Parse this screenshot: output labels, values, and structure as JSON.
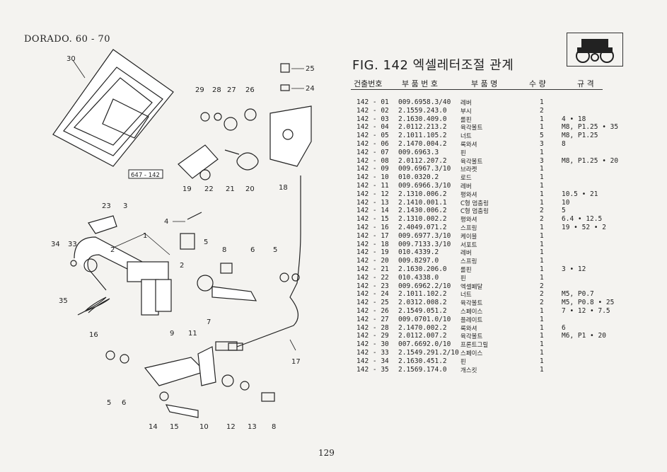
{
  "header": {
    "model": "DORADO. 60 - 70",
    "figure_title": "FIG. 142 엑셀레터조절 관계"
  },
  "table": {
    "columns": [
      "건출번호",
      "부 품 번 호",
      "부 품 명",
      "수 량",
      "규   격"
    ],
    "rows": [
      [
        "142 - 01",
        "009.6958.3/40",
        "레버",
        "1",
        ""
      ],
      [
        "142 - 02",
        "2.1559.243.0",
        "부시",
        "2",
        ""
      ],
      [
        "142 - 03",
        "2.1630.409.0",
        "롤핀",
        "1",
        "4 • 18"
      ],
      [
        "142 - 04",
        "2.0112.213.2",
        "육각볼트",
        "1",
        "M8, P1.25 • 35"
      ],
      [
        "142 - 05",
        "2.1011.105.2",
        "너트",
        "5",
        "M8, P1.25"
      ],
      [
        "142 - 06",
        "2.1470.004.2",
        "록와셔",
        "3",
        "8"
      ],
      [
        "142 - 07",
        "009.6963.3",
        "핀",
        "1",
        ""
      ],
      [
        "142 - 08",
        "2.0112.207.2",
        "육각볼트",
        "3",
        "M8, P1.25 • 20"
      ],
      [
        "142 - 09",
        "009.6967.3/10",
        "브라켓",
        "1",
        ""
      ],
      [
        "142 - 10",
        "010.0320.2",
        "로드",
        "1",
        ""
      ],
      [
        "142 - 11",
        "009.6966.3/10",
        "레버",
        "1",
        ""
      ],
      [
        "142 - 12",
        "2.1310.006.2",
        "평와셔",
        "1",
        "10.5 • 21"
      ],
      [
        "142 - 13",
        "2.1410.001.1",
        "C형 멈춤링",
        "1",
        "10"
      ],
      [
        "142 - 14",
        "2.1430.006.2",
        "C형 멈춤링",
        "2",
        "5"
      ],
      [
        "142 - 15",
        "2.1310.002.2",
        "평와셔",
        "2",
        "6.4 • 12.5"
      ],
      [
        "142 - 16",
        "2.4049.071.2",
        "스프링",
        "1",
        "19 • 52 • 2"
      ],
      [
        "142 - 17",
        "009.6977.3/10",
        "케이블",
        "1",
        ""
      ],
      [
        "142 - 18",
        "009.7133.3/10",
        "서포트",
        "1",
        ""
      ],
      [
        "142 - 19",
        "010.4339.2",
        "레버",
        "1",
        ""
      ],
      [
        "142 - 20",
        "009.8297.0",
        "스프링",
        "1",
        ""
      ],
      [
        "142 - 21",
        "2.1630.206.0",
        "롤핀",
        "1",
        "3 • 12"
      ],
      [
        "142 - 22",
        "010.4338.0",
        "핀",
        "1",
        ""
      ],
      [
        "142 - 23",
        "009.6962.2/10",
        "엑셀페달",
        "2",
        ""
      ],
      [
        "142 - 24",
        "2.1011.102.2",
        "너트",
        "2",
        "M5, P0.7"
      ],
      [
        "142 - 25",
        "2.0312.008.2",
        "육각볼트",
        "2",
        "M5, P0.8 • 25"
      ],
      [
        "142 - 26",
        "2.1549.051.2",
        "스페이스",
        "1",
        "7 • 12 • 7.5"
      ],
      [
        "142 - 27",
        "009.0701.0/10",
        "플레이트",
        "1",
        ""
      ],
      [
        "142 - 28",
        "2.1470.002.2",
        "록와셔",
        "1",
        "6"
      ],
      [
        "142 - 29",
        "2.0112.007.2",
        "육각볼트",
        "1",
        "M6, P1 • 20"
      ],
      [
        "142 - 30",
        "007.6692.0/10",
        "프론트그릴",
        "1",
        ""
      ],
      [
        "142 - 33",
        "2.1549.291.2/10",
        "스페이스",
        "1",
        ""
      ],
      [
        "142 - 34",
        "2.1630.451.2",
        "핀",
        "1",
        ""
      ],
      [
        "142 - 35",
        "2.1569.174.0",
        "개스킷",
        "1",
        ""
      ]
    ]
  },
  "diagram": {
    "callouts": [
      "30",
      "25",
      "24",
      "29",
      "28",
      "27",
      "26",
      "647 - 142",
      "19",
      "22",
      "21",
      "20",
      "18",
      "23",
      "3",
      "4",
      "5",
      "1",
      "34",
      "33",
      "2",
      "8",
      "6",
      "5",
      "35",
      "2",
      "7",
      "16",
      "9",
      "11",
      "17",
      "5",
      "6",
      "14",
      "15",
      "10",
      "12",
      "13",
      "8"
    ]
  },
  "page_number": "129"
}
